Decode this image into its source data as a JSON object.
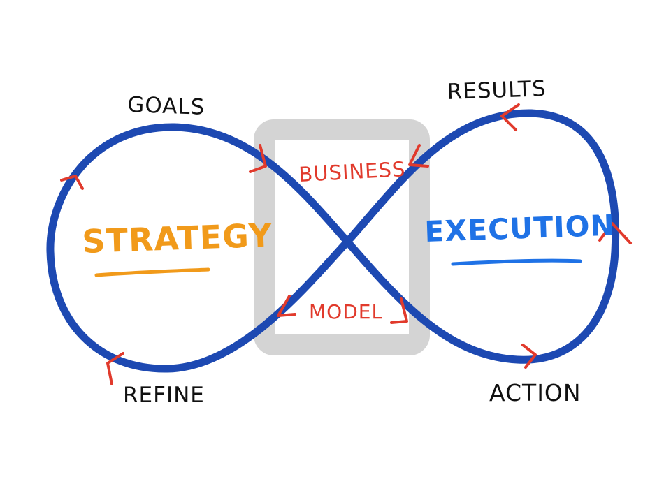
{
  "colors": {
    "loop": "#1d49b2",
    "arrows": "#e13a2c",
    "strategy": "#f19a1a",
    "execution": "#1f72e6",
    "box": "#d4d4d4",
    "ink": "#111111"
  },
  "labels": {
    "goals": "GOALS",
    "results": "RESULTS",
    "refine": "REFINE",
    "action": "ACTION",
    "strategy": "STRATEGY",
    "execution": "EXECUTION",
    "business": "BUSINESS",
    "model": "MODEL"
  }
}
